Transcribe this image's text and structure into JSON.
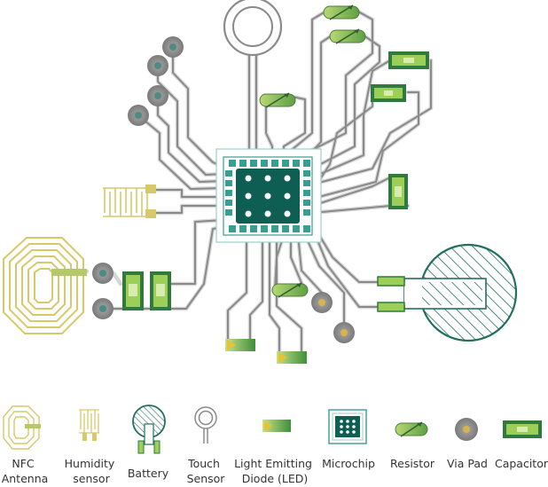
{
  "colors": {
    "trace": "#8c8c8c",
    "trace_outline": "#d9d9d9",
    "antenna": "#d6c96a",
    "antenna_dark": "#b8aa45",
    "chip_dark": "#0f5e54",
    "chip_teal": "#3a9d92",
    "green_light": "#9ccf58",
    "green_dark": "#2f7a3c",
    "via_gray": "#8e8e8e",
    "via_light": "#cfcfcf",
    "battery": "#226f5f"
  },
  "legend": {
    "nfc_antenna": "NFC Antenna",
    "humidity_sensor": "Humidity sensor",
    "battery": "Battery",
    "touch_sensor": "Touch Sensor",
    "led": "Light Emitting Diode (LED)",
    "microchip": "Microchip",
    "resistor": "Resistor",
    "via_pad": "Via Pad",
    "capacitor": "Capacitor"
  },
  "legend_lines": {
    "nfc_antenna": [
      "NFC",
      "Antenna"
    ],
    "humidity_sensor": [
      "Humidity",
      "sensor"
    ],
    "battery": [
      "Battery"
    ],
    "touch_sensor": [
      "Touch",
      "Sensor"
    ],
    "led": [
      "Light Emitting",
      "Diode (LED)"
    ],
    "microchip": [
      "Microchip"
    ],
    "resistor": [
      "Resistor"
    ],
    "via_pad": [
      "Via Pad"
    ],
    "capacitor": [
      "Capacitor"
    ]
  }
}
